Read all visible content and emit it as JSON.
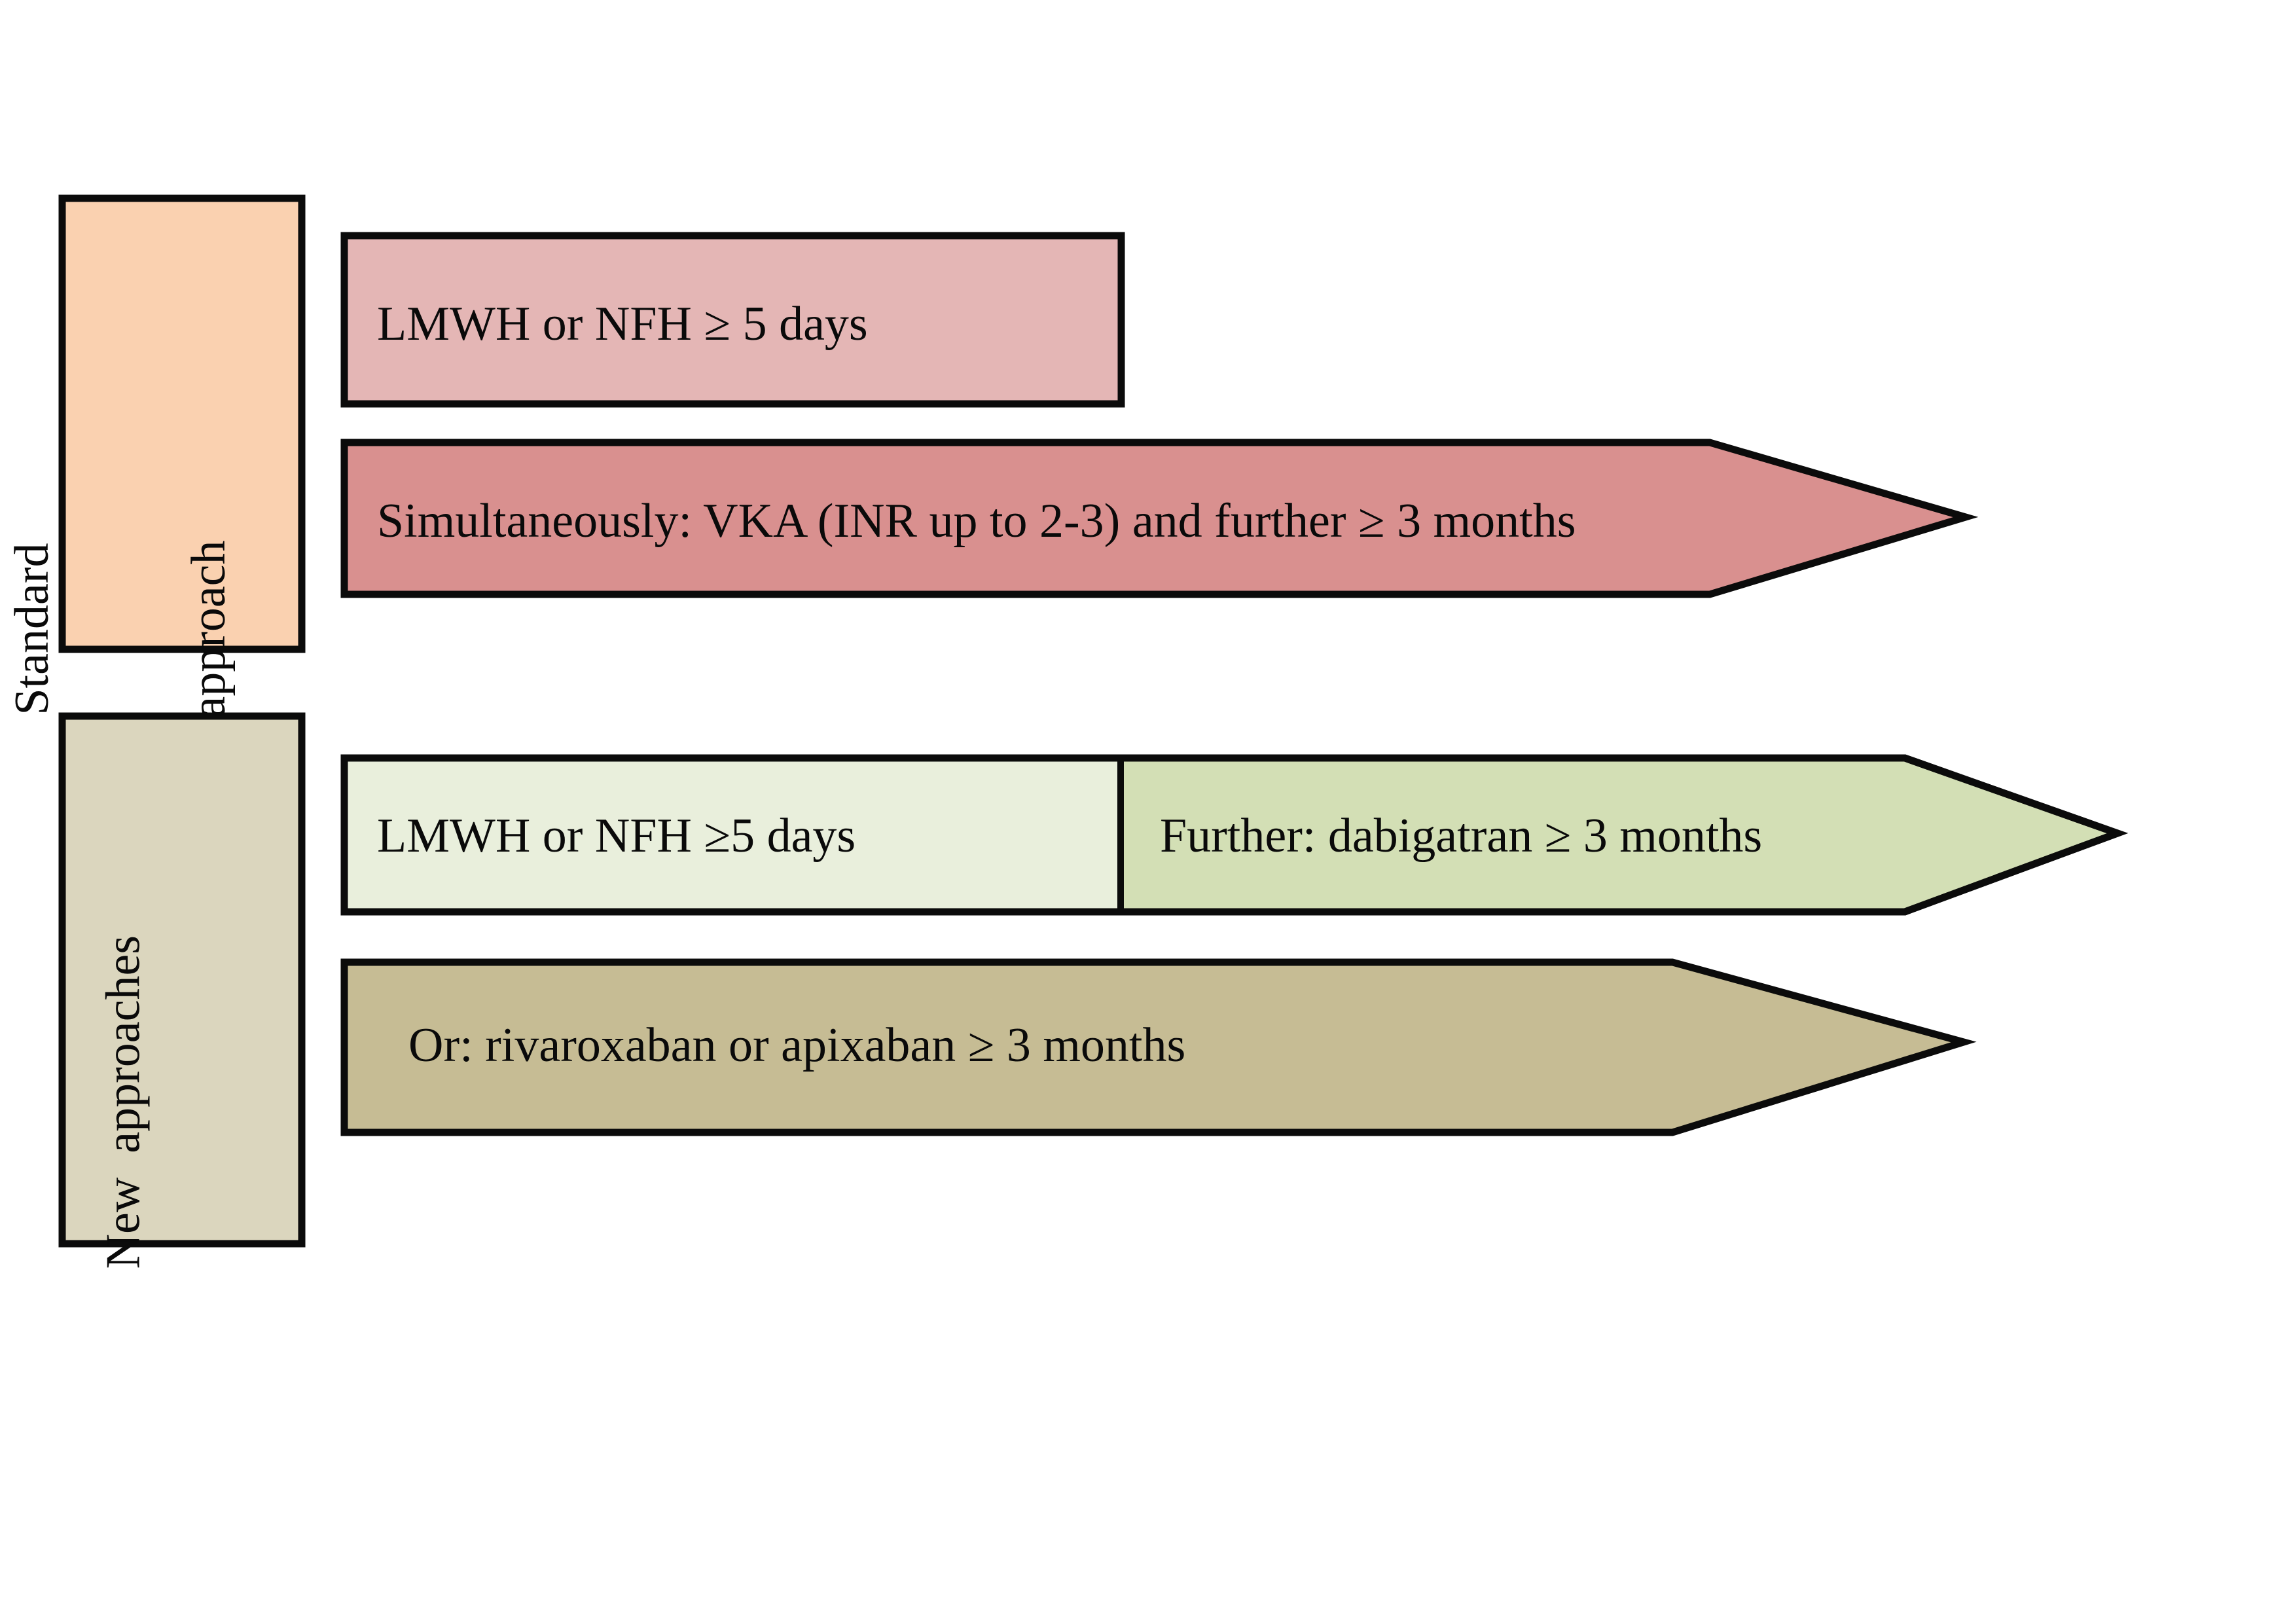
{
  "diagram": {
    "title_present": false,
    "rows": [
      {
        "id": "standard-approach",
        "side_label": "Standard\napproach",
        "side_label_line1": "Standard",
        "side_label_line2": "approach",
        "side_label_color": "#FAD1B0",
        "bars": [
          {
            "id": "lmwh-nfh-5-days-standard",
            "text": "LMWH or NFH ≥ 5 days",
            "shape": "rectangle",
            "fill": "#E4B6B5"
          },
          {
            "id": "vka-inr-arrow",
            "text": "Simultaneously: VKA (INR up to 2-3) and further ≥ 3 months",
            "shape": "arrow",
            "fill": "#D9908F"
          }
        ]
      },
      {
        "id": "new-approaches",
        "side_label": "New  approaches",
        "side_label_line1": "New  approaches",
        "side_label_line2": "",
        "side_label_color": "#DBD6BE",
        "bars": [
          {
            "id": "lmwh-nfh-5-days-new",
            "text": "LMWH or NFH ≥5 days",
            "shape": "rectangle-segment",
            "fill": "#E9EFDC"
          },
          {
            "id": "dabigatran-arrow",
            "text": "Further: dabigatran ≥ 3 months",
            "shape": "arrow-segment",
            "fill": "#D3DFB5"
          },
          {
            "id": "rivaroxaban-apixaban-arrow",
            "text": "Or: rivaroxaban or apixaban ≥ 3 months",
            "shape": "arrow",
            "fill": "#C6BC94"
          }
        ]
      }
    ],
    "colors": {
      "outline": "#0B0B0B",
      "background": "#FFFFFF",
      "peach": "#FAD1B0",
      "pink": "#E4B6B5",
      "red": "#D9908F",
      "khaki_label": "#DBD6BE",
      "light_green": "#E9EFDC",
      "green": "#D3DFB5",
      "tan": "#C6BC94"
    }
  }
}
